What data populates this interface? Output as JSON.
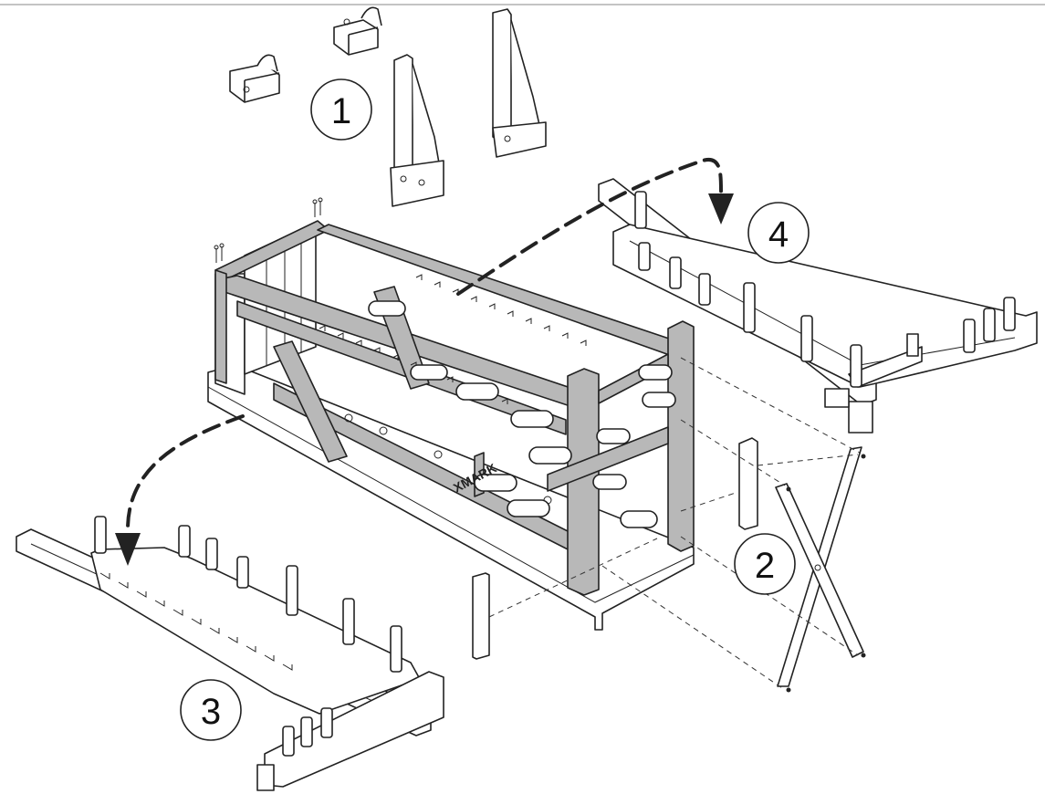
{
  "diagram": {
    "callouts": [
      {
        "id": "step-1",
        "label": "1"
      },
      {
        "id": "step-2",
        "label": "2"
      },
      {
        "id": "step-3",
        "label": "3"
      },
      {
        "id": "step-4",
        "label": "4"
      }
    ],
    "frame_brand_text": "XMARK",
    "colors": {
      "line": "#222222",
      "frame_fill": "#b8b8b8",
      "part_fill": "#ffffff",
      "background": "#ffffff"
    }
  }
}
